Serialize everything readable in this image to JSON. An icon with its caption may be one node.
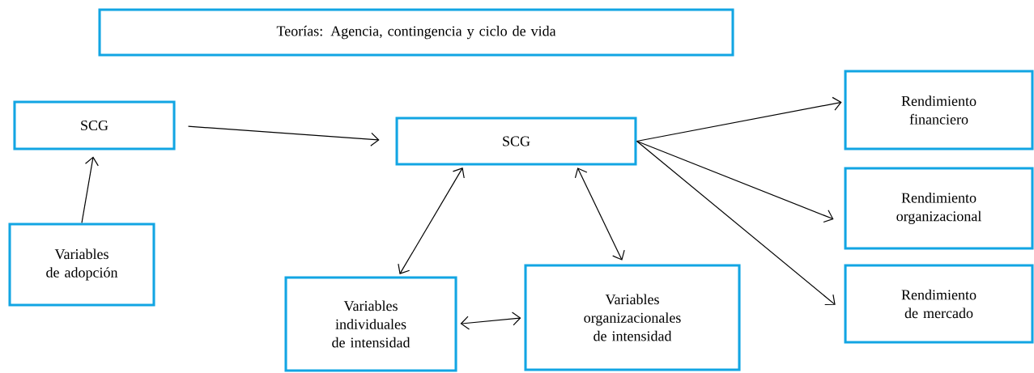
{
  "diagram": {
    "nodes": [
      {
        "text": [
          "Teorías: Agencia, contingencia y ciclo de vida"
        ]
      },
      {
        "text": [
          "SCG"
        ]
      },
      {
        "text": [
          "Variables de adopción"
        ]
      },
      {
        "text": [
          "SCG"
        ]
      },
      {
        "text": [
          "Variables individuales de intensidad"
        ]
      },
      {
        "text": [
          "Variables organizacionales de intensidad"
        ]
      },
      {
        "text": [
          "Rendimiento financiero"
        ]
      },
      {
        "text": [
          "Rendimiento organizacional"
        ]
      },
      {
        "text": [
          "Rendimiento de mercado"
        ]
      }
    ],
    "edges": [
      {
        "from": 2,
        "to": 1,
        "arrow": "to"
      },
      {
        "from": 1,
        "to": 3,
        "arrow": "to"
      },
      {
        "from": 3,
        "to": 4,
        "arrow": "both"
      },
      {
        "from": 3,
        "to": 5,
        "arrow": "both"
      },
      {
        "from": 4,
        "to": 5,
        "arrow": "both"
      },
      {
        "from": 3,
        "to": 6,
        "arrow": "to"
      },
      {
        "from": 3,
        "to": 7,
        "arrow": "to"
      },
      {
        "from": 3,
        "to": 8,
        "arrow": "to"
      }
    ]
  }
}
